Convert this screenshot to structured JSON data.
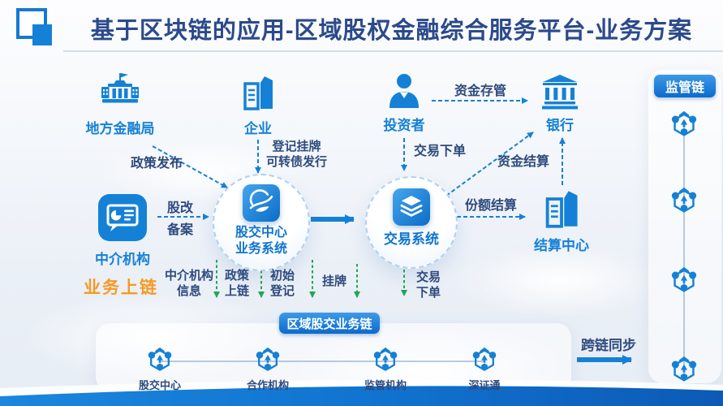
{
  "header": {
    "title": "基于区块链的应用-区域股权金融综合服务平台-业务方案"
  },
  "nodes": {
    "local_finance_bureau": {
      "label": "地方金融局"
    },
    "enterprise": {
      "label": "企业"
    },
    "investor": {
      "label": "投资者"
    },
    "bank": {
      "label": "银行"
    },
    "intermediary": {
      "label": "中介机构"
    },
    "exchange_center": {
      "line1": "股交中心",
      "line2": "业务系统"
    },
    "trading_system": {
      "label": "交易系统"
    },
    "settlement_center": {
      "label": "结算中心"
    }
  },
  "flows": {
    "policy_publish": {
      "label": "政策发布"
    },
    "registration": {
      "line1": "登记挂牌",
      "line2": "可转债发行"
    },
    "fund_custody": {
      "label": "资金存管"
    },
    "order_top": {
      "label": "交易下单"
    },
    "fund_settlement": {
      "label": "资金结算"
    },
    "share_reform": {
      "line1": "股改",
      "line2": "备案"
    },
    "quota_settlement": {
      "label": "份额结算"
    }
  },
  "onchain": {
    "section_label": "业务上链",
    "intermediary_info": {
      "line1": "中介机构",
      "line2": "信息"
    },
    "policy_chain": {
      "line1": "政策",
      "line2": "上链"
    },
    "initial_reg": {
      "line1": "初始",
      "line2": "登记"
    },
    "listing": {
      "label": "挂牌"
    },
    "order": {
      "line1": "交易",
      "line2": "下单"
    }
  },
  "business_chain": {
    "title": "区域股交业务链",
    "nodes": [
      {
        "label": "股交中心"
      },
      {
        "label": "合作机构"
      },
      {
        "label": "监管机构"
      },
      {
        "label": "深证通"
      }
    ],
    "cross_chain_sync": "跨链同步"
  },
  "regulatory_chain": {
    "title": "监管链"
  },
  "colors": {
    "primary_blue": "#1581d6",
    "title_navy": "#2b4a8b",
    "label_navy": "#2e4a7d",
    "accent_orange": "#f59a23",
    "chain_green": "#21a655"
  }
}
